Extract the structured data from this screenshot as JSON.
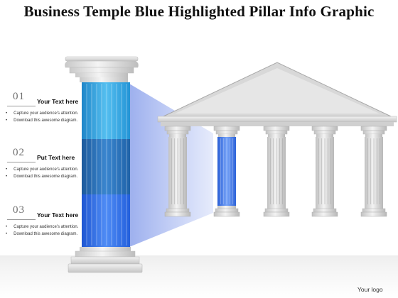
{
  "title": "Business Temple Blue Highlighted Pillar Info Graphic",
  "steps": [
    {
      "number": "01",
      "heading": "Your Text here",
      "bullets": [
        "Capture your audience’s attention.",
        "Download this awesome diagram."
      ]
    },
    {
      "number": "02",
      "heading": "Put Text here",
      "bullets": [
        "Capture your audience’s attention.",
        "Download this awesome diagram."
      ]
    },
    {
      "number": "03",
      "heading": "Your Text here",
      "bullets": [
        "Capture your audience’s attention.",
        "Download this awesome diagram."
      ]
    }
  ],
  "logo": "Your logo",
  "colors": {
    "segment_top": "#2f9fdf",
    "segment_middle": "#2a6fb4",
    "segment_bottom": "#2f6fe6",
    "highlight_pillar": "#3d79e0",
    "marble": "#d4d4d4"
  }
}
